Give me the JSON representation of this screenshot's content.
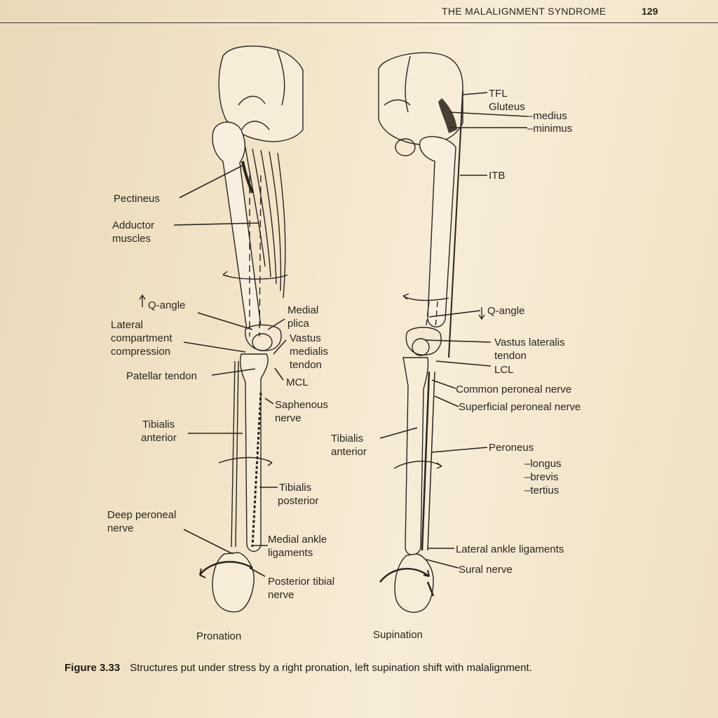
{
  "header": {
    "running_title": "THE MALALIGNMENT SYNDROME",
    "page_number": "129"
  },
  "left_leg": {
    "name": "Pronation",
    "labels": {
      "pectineus": "Pectineus",
      "adductor_1": "Adductor",
      "adductor_2": "muscles",
      "q_angle": "Q-angle",
      "lateral_1": "Lateral",
      "lateral_2": "compartment",
      "lateral_3": "compression",
      "medial_plica_1": "Medial",
      "medial_plica_2": "plica",
      "vastus_1": "Vastus",
      "vastus_2": "medialis",
      "vastus_3": "tendon",
      "patellar_tendon": "Patellar tendon",
      "mcl": "MCL",
      "saphenous_1": "Saphenous",
      "saphenous_2": "nerve",
      "tib_ant_1": "Tibialis",
      "tib_ant_2": "anterior",
      "tib_post_1": "Tibialis",
      "tib_post_2": "posterior",
      "deep_peroneal_1": "Deep peroneal",
      "deep_peroneal_2": "nerve",
      "medial_ankle_1": "Medial ankle",
      "medial_ankle_2": "ligaments",
      "post_tibial_1": "Posterior tibial",
      "post_tibial_2": "nerve"
    }
  },
  "right_leg": {
    "name": "Supination",
    "labels": {
      "tfl": "TFL",
      "gluteus": "Gluteus",
      "medius": "–medius",
      "minimus": "–minimus",
      "itb": "ITB",
      "q_angle": "Q-angle",
      "vastus_lat_1": "Vastus lateralis",
      "vastus_lat_2": "tendon",
      "lcl": "LCL",
      "common_peroneal": "Common peroneal nerve",
      "superficial_peroneal": "Superficial peroneal nerve",
      "tib_ant_1": "Tibialis",
      "tib_ant_2": "anterior",
      "peroneus": "Peroneus",
      "longus": "–longus",
      "brevis": "–brevis",
      "tertius": "–tertius",
      "lateral_ankle": "Lateral ankle ligaments",
      "sural": "Sural nerve"
    }
  },
  "caption": {
    "label": "Figure 3.33",
    "text": "Structures put under stress by a right pronation, left supination shift with malalignment."
  }
}
